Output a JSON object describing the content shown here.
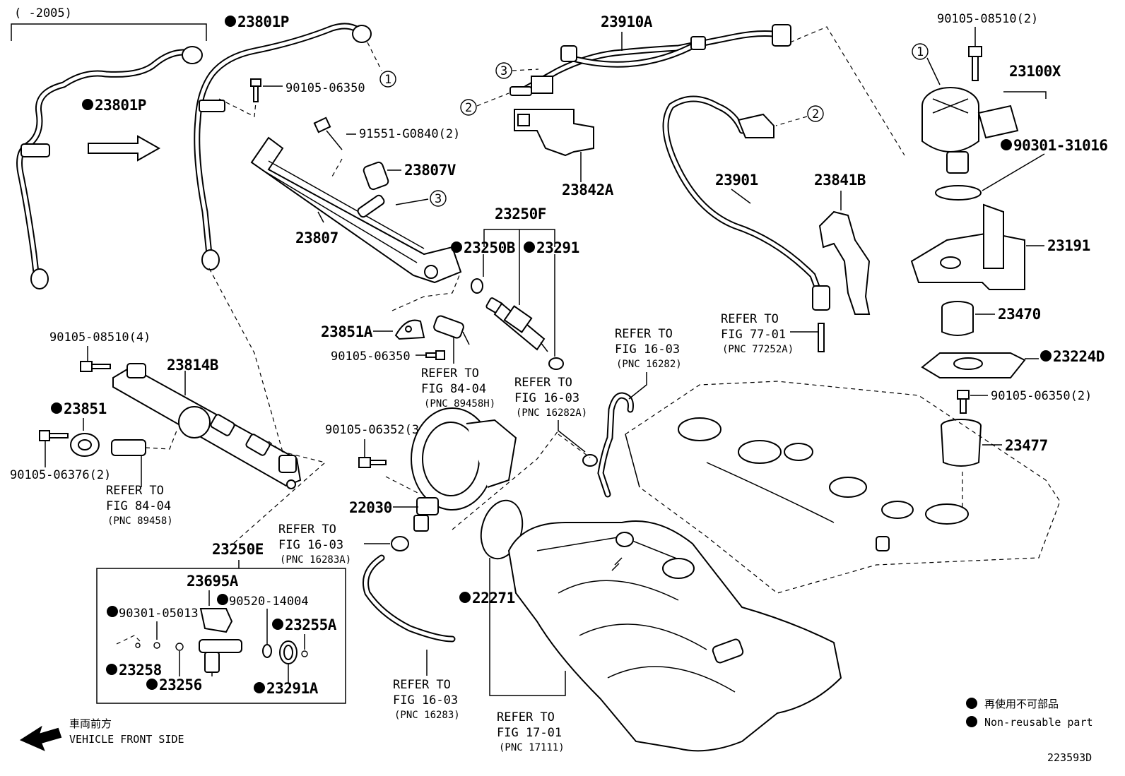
{
  "header": {
    "date_range": "(     -2005)"
  },
  "direction": {
    "jp": "車両前方",
    "en": "VEHICLE FRONT SIDE"
  },
  "legend": {
    "jp": "再使用不可部品",
    "en": "Non-reusable part"
  },
  "figure_id": "223593D",
  "callouts": {
    "c1": "1",
    "c2": "2",
    "c3": "3"
  },
  "parts": {
    "p23801P_a": "23801P",
    "p23801P_b": "23801P",
    "p9010506350_a": "90105-06350",
    "p91551": "91551-G0840(2)",
    "p23807V": "23807V",
    "p23807": "23807",
    "p23910A": "23910A",
    "p23842A": "23842A",
    "p9010508510_2": "90105-08510(2)",
    "p23100X": "23100X",
    "p9030131016": "90301-31016",
    "p23901": "23901",
    "p23841B": "23841B",
    "p23191": "23191",
    "p23470": "23470",
    "p23224D": "23224D",
    "p9010506350_2": "90105-06350(2)",
    "p23477": "23477",
    "p23250F": "23250F",
    "p23250B": "23250B",
    "p23291": "23291",
    "p23851A": "23851A",
    "p9010506350_b": "90105-06350",
    "p9010508510_4": "90105-08510(4)",
    "p23814B": "23814B",
    "p23851": "23851",
    "p9010506376": "90105-06376(2)",
    "p9010506352": "90105-06352(3)",
    "p22030": "22030",
    "p23250E": "23250E",
    "p23695A": "23695A",
    "p9030105013": "90301-05013",
    "p9052014004": "90520-14004",
    "p23255A": "23255A",
    "p23258": "23258",
    "p23256": "23256",
    "p23291A": "23291A",
    "p22271": "22271"
  },
  "refs": {
    "r1": {
      "l1": "REFER TO",
      "l2": "FIG 84-04",
      "l3": "(PNC 89458H)"
    },
    "r2": {
      "l1": "REFER TO",
      "l2": "FIG 16-03",
      "l3": "(PNC 16282A)"
    },
    "r3": {
      "l1": "REFER TO",
      "l2": "FIG 16-03",
      "l3": "(PNC 16282)"
    },
    "r4": {
      "l1": "REFER TO",
      "l2": "FIG 77-01",
      "l3": "(PNC 77252A)"
    },
    "r5": {
      "l1": "REFER TO",
      "l2": "FIG 84-04",
      "l3": "(PNC 89458)"
    },
    "r6": {
      "l1": "REFER TO",
      "l2": "FIG 16-03",
      "l3": "(PNC 16283A)"
    },
    "r7": {
      "l1": "REFER TO",
      "l2": "FIG 16-03",
      "l3": "(PNC 16283)"
    },
    "r8": {
      "l1": "REFER TO",
      "l2": "FIG 17-01",
      "l3": "(PNC 17111)"
    }
  }
}
